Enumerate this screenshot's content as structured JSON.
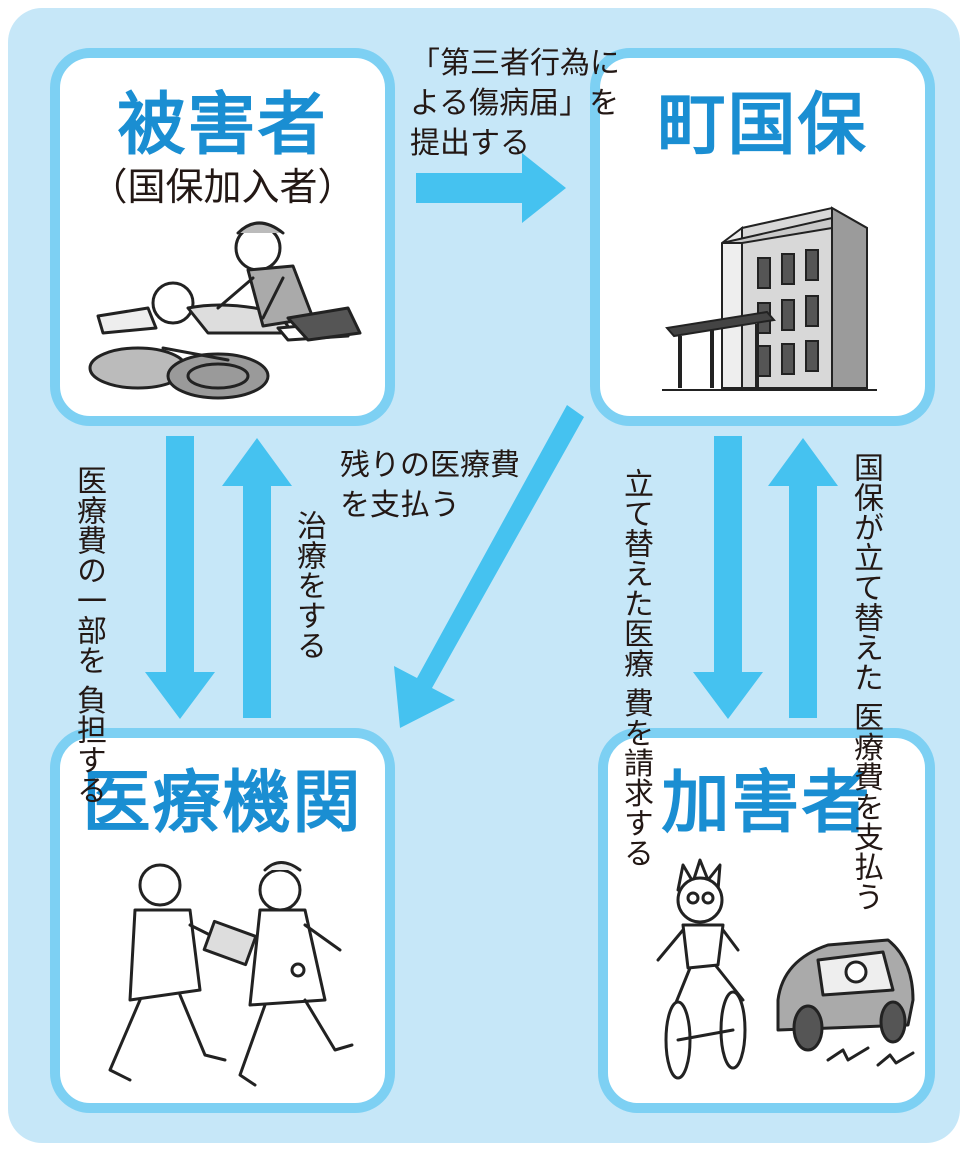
{
  "nodes": {
    "victim": {
      "title": "被害者",
      "subtitle": "（国保加入者）",
      "illustration": "traffic-accident-victim-illustration"
    },
    "town_insurance": {
      "title": "町国保",
      "illustration": "town-office-building-illustration"
    },
    "medical": {
      "title": "医療機関",
      "illustration": "doctor-and-nurse-running-illustration"
    },
    "perpetrator": {
      "title": "加害者",
      "illustration": "boy-on-bicycle-and-car-illustration"
    }
  },
  "flows": {
    "submit_form": {
      "lines": [
        "「第三者行為に",
        "よる傷病届」を",
        "提出する"
      ]
    },
    "pay_remaining": {
      "lines": [
        "残りの医療費",
        "を支払う"
      ]
    },
    "partial_payment": {
      "lines": [
        "医療費の一部を",
        "負担する"
      ]
    },
    "treatment": {
      "lines": [
        "治療をする"
      ]
    },
    "request_reimbursement": {
      "lines": [
        "立て替えた医療",
        "費を請求する"
      ]
    },
    "reimburse": {
      "lines": [
        "国保が立て替えた",
        "医療費を支払う"
      ]
    }
  },
  "colors": {
    "background": "#c6e7f8",
    "box_border": "#7dd0f3",
    "arrow": "#45c2f0",
    "title": "#1a8ed2",
    "text": "#231815"
  }
}
